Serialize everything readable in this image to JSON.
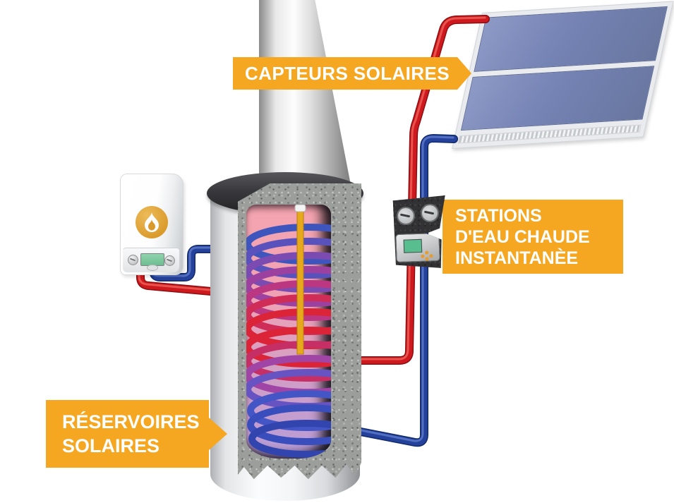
{
  "banners": {
    "capteurs": {
      "label": "CAPTEURS SOLAIRES",
      "color": "#F6A721"
    },
    "stations": {
      "lines": [
        "STATIONS",
        "D'EAU CHAUDE",
        "INSTANTANÈE"
      ],
      "color": "#F6A721"
    },
    "reservoires": {
      "lines": [
        "RÉSERVOIRES",
        "SOLAIRES"
      ],
      "color": "#F6A721"
    }
  },
  "colors": {
    "banner_orange": "#F6A721",
    "hot_pipe_red": "#CE1A1F",
    "cold_pipe_blue": "#24429B",
    "solar_panel_blue": "#7583B5",
    "flame_badge_gold": "#DA9A2B",
    "tank_interior_hot_pink": "#F5A5B0",
    "tank_interior_cool_lavender": "#B69CD8"
  },
  "icons": {
    "flame": "flame-icon"
  }
}
